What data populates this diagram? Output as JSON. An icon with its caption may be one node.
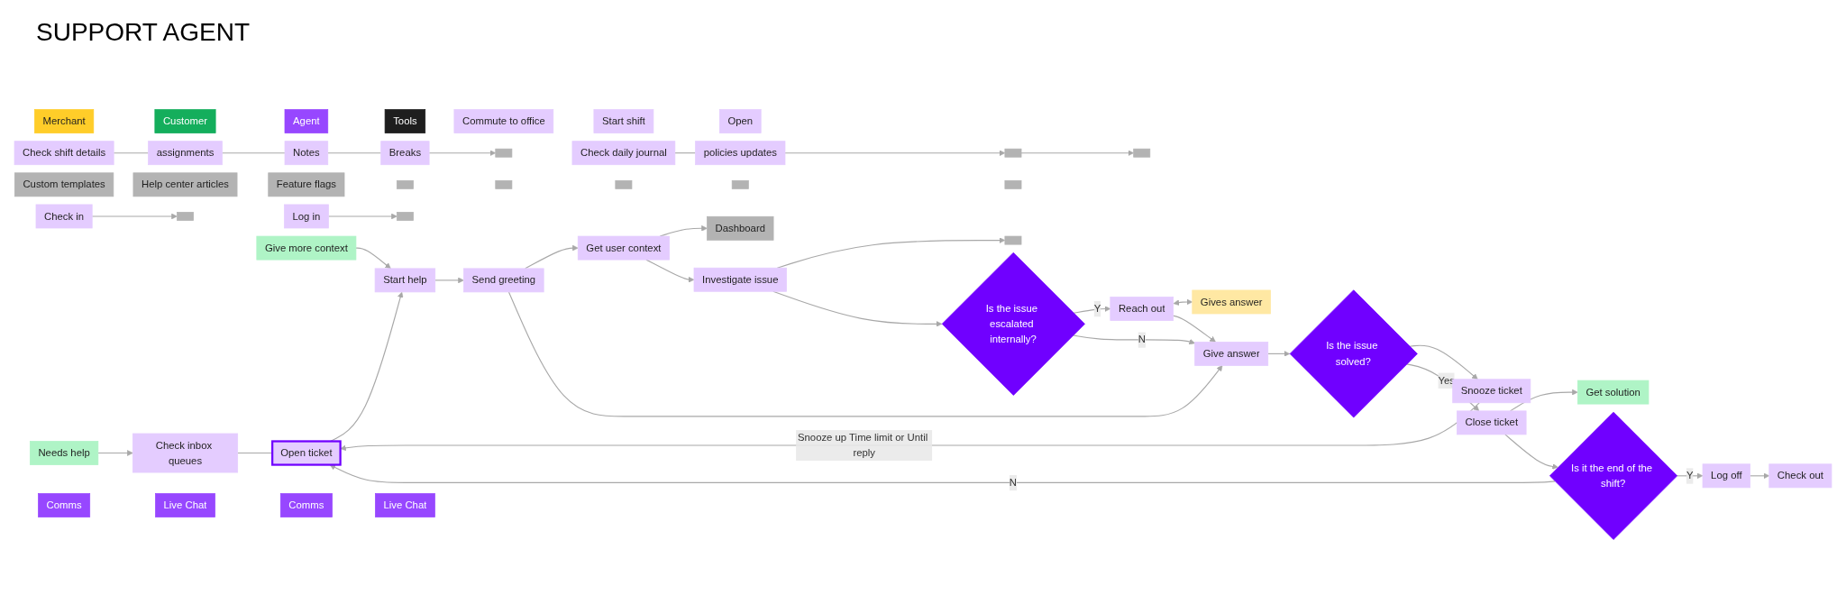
{
  "diagram": {
    "title": "SUPPORT AGENT",
    "nodes": [
      {
        "text": [
          "Merchant"
        ]
      },
      {
        "text": [
          "Customer"
        ]
      },
      {
        "text": [
          "Agent"
        ]
      },
      {
        "text": [
          "Tools"
        ]
      },
      {
        "text": [
          "Commute to office"
        ]
      },
      {
        "text": [
          "Check in"
        ]
      },
      {
        "text": [
          "Start shift"
        ]
      },
      {
        "text": [
          "Check shift details"
        ]
      },
      {
        "text": [
          "assignments"
        ]
      },
      {
        "text": [
          "Notes"
        ]
      },
      {
        "text": [
          "Breaks"
        ]
      },
      {
        "text": [
          "Check daily journal"
        ]
      },
      {
        "text": [
          "policies updates"
        ]
      },
      {
        "text": [
          "Log in"
        ]
      },
      {
        "text": [
          "Open"
        ]
      },
      {
        "text": [
          "Needs help"
        ]
      },
      {
        "text": [
          "Check inbox queues"
        ]
      },
      {
        "text": [
          "Open ticket"
        ]
      },
      {
        "text": [
          "Start help"
        ]
      },
      {
        "text": [
          "Send greeting"
        ]
      },
      {
        "text": [
          "Give more context"
        ]
      },
      {
        "text": [
          "Get user context"
        ]
      },
      {
        "text": [
          "Investigate issue"
        ]
      },
      {
        "text": [
          "Is the issue escalated internally?"
        ]
      },
      {
        "text": [
          "Reach out"
        ]
      },
      {
        "text": [
          "Give answer"
        ]
      },
      {
        "text": [
          "Gives answer"
        ]
      },
      {
        "text": [
          "Is the issue solved?"
        ]
      },
      {
        "text": [
          "Snooze ticket"
        ]
      },
      {
        "text": [
          "Close ticket"
        ]
      },
      {
        "text": [
          "Get solution"
        ]
      },
      {
        "text": [
          "Is it the end of the shift?"
        ]
      },
      {
        "text": [
          "Log off"
        ]
      },
      {
        "text": [
          "Check out"
        ]
      },
      {
        "text": [],
        "shape": "box"
      },
      {
        "text": [],
        "shape": "box"
      },
      {
        "text": [],
        "shape": "box"
      },
      {
        "text": [],
        "shape": "box"
      },
      {
        "text": [],
        "shape": "box"
      },
      {
        "text": [],
        "shape": "box"
      },
      {
        "text": [],
        "shape": "box"
      },
      {
        "text": [
          "Custom templates"
        ]
      },
      {
        "text": [
          "Help center articles"
        ]
      },
      {
        "text": [
          "Dashboard"
        ]
      },
      {
        "text": [
          "Feature flags"
        ]
      },
      {
        "text": [],
        "shape": "box"
      },
      {
        "text": [],
        "shape": "box"
      },
      {
        "text": [],
        "shape": "box"
      },
      {
        "text": [],
        "shape": "box"
      },
      {
        "text": [
          "Comms"
        ]
      },
      {
        "text": [
          "Live Chat"
        ]
      },
      {
        "text": [
          "Comms"
        ]
      },
      {
        "text": [
          "Live Chat"
        ]
      }
    ],
    "edges": [
      {
        "from": 5,
        "to": 34,
        "arrow": "to"
      },
      {
        "from": 7,
        "to": 8,
        "arrow": "none"
      },
      {
        "from": 8,
        "to": 9,
        "arrow": "none"
      },
      {
        "from": 9,
        "to": 10,
        "arrow": "none"
      },
      {
        "from": 10,
        "to": 35,
        "arrow": "to"
      },
      {
        "from": 11,
        "to": 12,
        "arrow": "none"
      },
      {
        "from": 12,
        "to": 37,
        "arrow": "to"
      },
      {
        "from": 37,
        "to": 38,
        "arrow": "to"
      },
      {
        "from": 13,
        "to": 39,
        "arrow": "to"
      },
      {
        "from": 15,
        "to": 16,
        "arrow": "to"
      },
      {
        "from": 16,
        "to": 17,
        "arrow": "none"
      },
      {
        "from": 17,
        "to": 18,
        "arrow": "to"
      },
      {
        "from": 20,
        "to": 18,
        "arrow": "to"
      },
      {
        "from": 18,
        "to": 19,
        "arrow": "to"
      },
      {
        "from": 19,
        "to": 21,
        "arrow": "to"
      },
      {
        "from": 19,
        "to": 25,
        "arrow": "to"
      },
      {
        "from": 21,
        "to": 43,
        "arrow": "to"
      },
      {
        "from": 21,
        "to": 22,
        "arrow": "to"
      },
      {
        "from": 22,
        "to": 45,
        "arrow": "to"
      },
      {
        "from": 22,
        "to": 23,
        "arrow": "to"
      },
      {
        "from": 23,
        "to": 24,
        "label": "Y",
        "arrow": "to"
      },
      {
        "from": 23,
        "to": 25,
        "label": "N",
        "arrow": "to"
      },
      {
        "from": 24,
        "to": 26,
        "arrow": "both"
      },
      {
        "from": 24,
        "to": 25,
        "arrow": "to"
      },
      {
        "from": 25,
        "to": 27,
        "arrow": "to"
      },
      {
        "from": 27,
        "to": 28,
        "arrow": "to"
      },
      {
        "from": 27,
        "to": 29,
        "label": "Yes",
        "arrow": "to"
      },
      {
        "from": 28,
        "to": 17,
        "label": "Snooze up Time limit or Until reply",
        "arrow": "to"
      },
      {
        "from": 29,
        "to": 30,
        "arrow": "to"
      },
      {
        "from": 29,
        "to": 31,
        "arrow": "to"
      },
      {
        "from": 31,
        "to": 32,
        "label": "Y",
        "arrow": "to"
      },
      {
        "from": 31,
        "to": 17,
        "label": "N",
        "arrow": "to"
      },
      {
        "from": 32,
        "to": 33,
        "arrow": "to"
      }
    ]
  }
}
